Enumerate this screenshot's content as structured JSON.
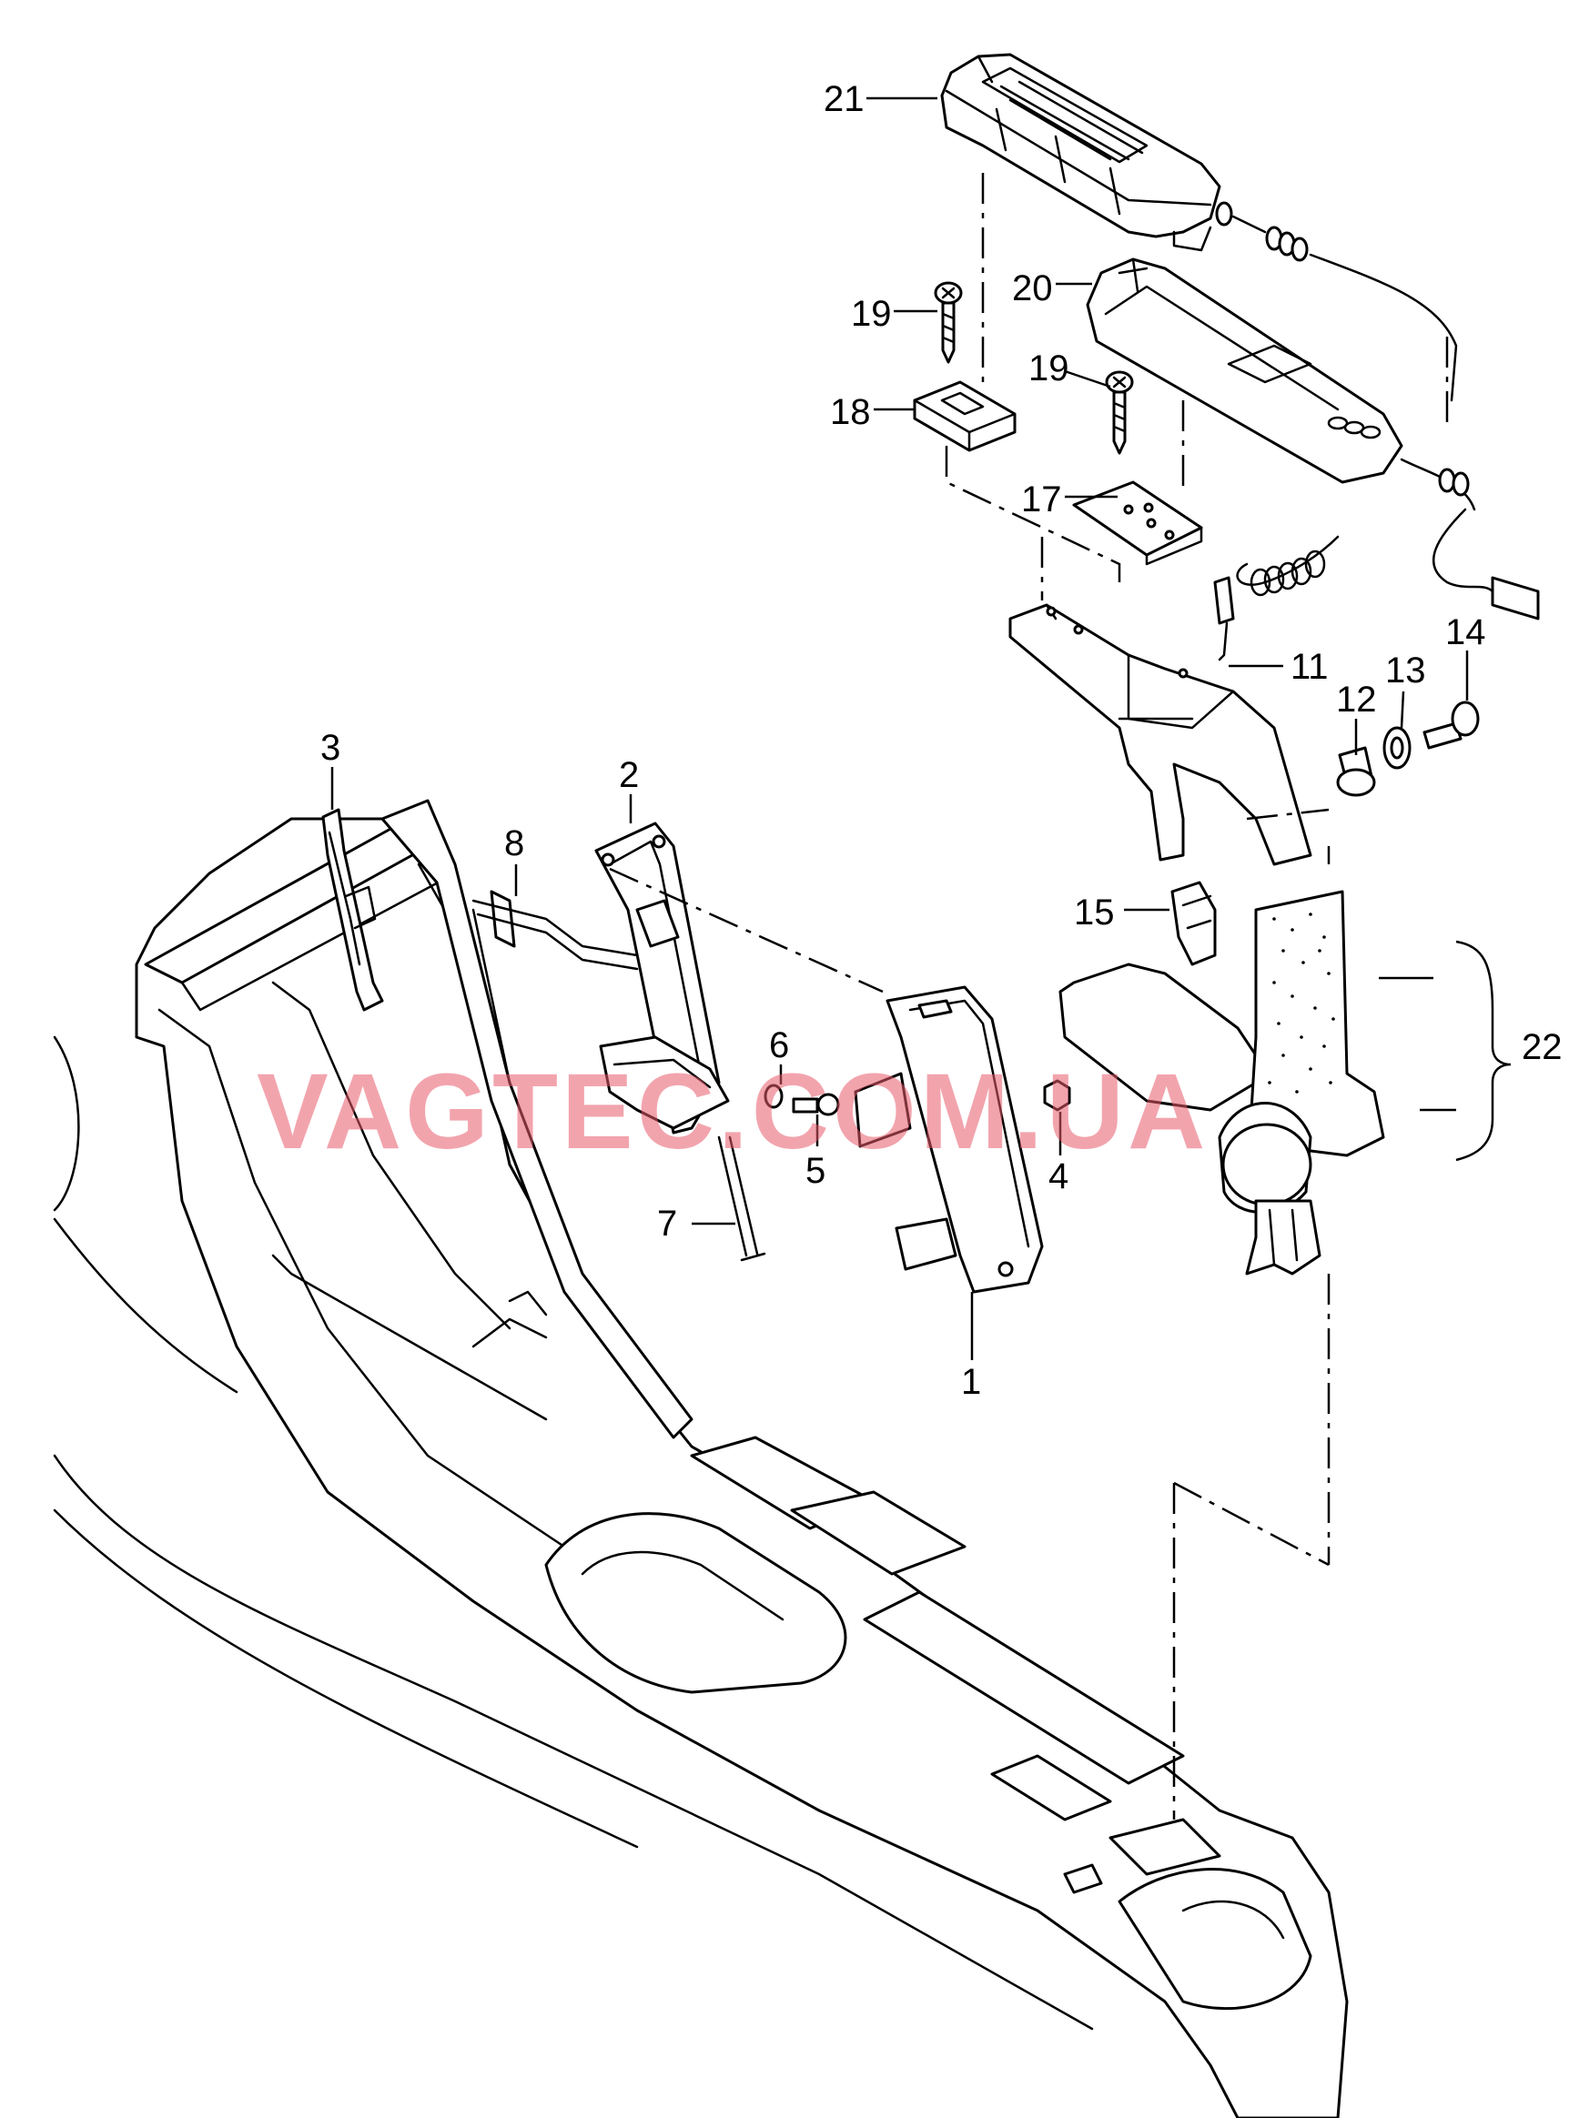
{
  "watermark": "VAGTEC.COM.UA",
  "callouts": {
    "c1": "1",
    "c2": "2",
    "c3": "3",
    "c4": "4",
    "c5": "5",
    "c6": "6",
    "c7": "7",
    "c8": "8",
    "c11": "11",
    "c12": "12",
    "c13": "13",
    "c14": "14",
    "c15": "15",
    "c17": "17",
    "c18": "18",
    "c19a": "19",
    "c19b": "19",
    "c20": "20",
    "c21": "21",
    "c22": "22"
  },
  "colors": {
    "line": "#000000",
    "watermark": "#e85a69",
    "background": "#ffffff"
  }
}
